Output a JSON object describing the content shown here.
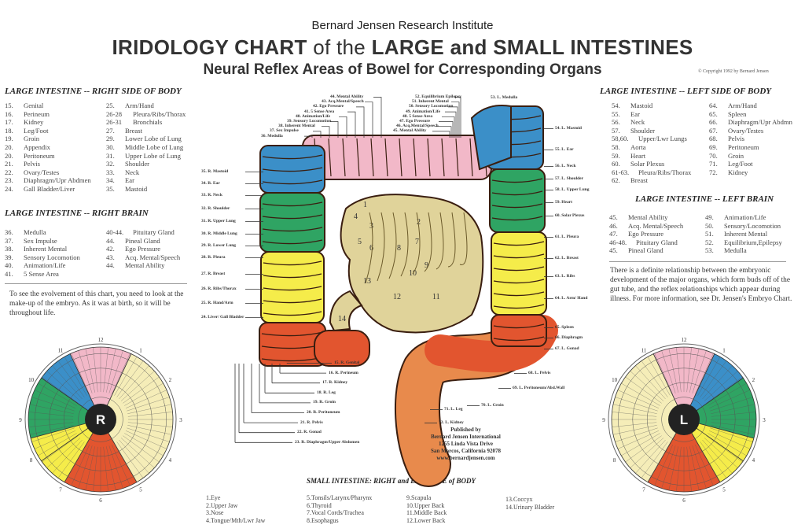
{
  "header": {
    "institute": "Bernard Jensen Research Institute",
    "title_a": "IRIDOLOGY CHART",
    "title_b": "of the",
    "title_c": "LARGE and SMALL INTESTINES",
    "subtitle": "Neural Reflex Areas of Bowel for Corresponding Organs",
    "copyright": "© Copyright 1992 by Bernard Jensen"
  },
  "left_body": {
    "heading": "LARGE INTESTINE -- RIGHT SIDE OF BODY",
    "col1": [
      [
        "15.",
        "Genital"
      ],
      [
        "16.",
        "Perineum"
      ],
      [
        "17.",
        "Kidney"
      ],
      [
        "18.",
        "Leg/Foot"
      ],
      [
        "19.",
        "Groin"
      ],
      [
        "20.",
        "Appendix"
      ],
      [
        "20.",
        "Peritoneum"
      ],
      [
        "21.",
        "Pelvis"
      ],
      [
        "22.",
        "Ovary/Testes"
      ],
      [
        "23.",
        "Diaphragm/Upr Abdmen"
      ],
      [
        "24.",
        "Gall Bladder/Liver"
      ]
    ],
    "col2": [
      [
        "25.",
        "Arm/Hand"
      ],
      [
        "26-28",
        "Pleura/Ribs/Thorax"
      ],
      [
        "26-31",
        "Bronchials"
      ],
      [
        "27.",
        "Breast"
      ],
      [
        "29.",
        "Lower Lobe of Lung"
      ],
      [
        "30.",
        "Middle Lobe of Lung"
      ],
      [
        "31.",
        "Upper Lobe of Lung"
      ],
      [
        "32.",
        "Shoulder"
      ],
      [
        "33.",
        "Neck"
      ],
      [
        "34.",
        "Ear"
      ],
      [
        "35.",
        "Mastoid"
      ]
    ]
  },
  "left_brain": {
    "heading": "LARGE INTESTINE -- RIGHT BRAIN",
    "col1": [
      [
        "36.",
        "Medulla"
      ],
      [
        "37.",
        "Sex Impulse"
      ],
      [
        "38.",
        "Inherent Mental"
      ],
      [
        "39.",
        "Sensory Locomotion"
      ],
      [
        "40.",
        "Animation/Life"
      ],
      [
        "41.",
        "5 Sense Area"
      ]
    ],
    "col2": [
      [
        "40-44.",
        "Pituitary Gland"
      ],
      [
        "44.",
        "Pineal Gland"
      ],
      [
        "42.",
        "Ego Pressure"
      ],
      [
        "43.",
        "Acq. Mental/Speech"
      ],
      [
        "44.",
        "Mental Ability"
      ]
    ],
    "note": "To see the evolvement of this chart, you need to look at the make-up of the embryo.  As it was at birth, so it will be throughout life."
  },
  "right_body": {
    "heading": "LARGE INTESTINE -- LEFT SIDE OF BODY",
    "col1": [
      [
        "54.",
        "Mastoid"
      ],
      [
        "55.",
        "Ear"
      ],
      [
        "56.",
        "Neck"
      ],
      [
        "57.",
        "Shoulder"
      ],
      [
        "58,60.",
        "Upper/Lwr Lungs"
      ],
      [
        "58.",
        "Aorta"
      ],
      [
        "59.",
        "Heart"
      ],
      [
        "60.",
        "Solar Plexus"
      ],
      [
        "61-63.",
        "Pleura/Ribs/Thorax"
      ],
      [
        "62.",
        "Breast"
      ]
    ],
    "col2": [
      [
        "64.",
        "Arm/Hand"
      ],
      [
        "65.",
        "Spleen"
      ],
      [
        "66.",
        "Diaphragm/Upr Abdmn"
      ],
      [
        "67.",
        "Ovary/Testes"
      ],
      [
        "68.",
        "Pelvis"
      ],
      [
        "69.",
        "Peritoneum"
      ],
      [
        "70.",
        "Groin"
      ],
      [
        "71.",
        "Leg/Foot"
      ],
      [
        "72.",
        "Kidney"
      ]
    ]
  },
  "right_brain": {
    "heading": "LARGE INTESTINE -- LEFT BRAIN",
    "col1": [
      [
        "45.",
        "Mental Ability"
      ],
      [
        "46.",
        "Acq. Mental/Speech"
      ],
      [
        "47.",
        "Ego Pressure"
      ],
      [
        "46-48.",
        "Pituitary Gland"
      ],
      [
        "45.",
        "Pineal Gland"
      ]
    ],
    "col2": [
      [
        "49.",
        "Animation/Life"
      ],
      [
        "50.",
        "Sensory/Locomotion"
      ],
      [
        "51.",
        "Inherent Mental"
      ],
      [
        "52.",
        "Equilibrium,Epilepsy"
      ],
      [
        "53.",
        "Medulla"
      ]
    ],
    "note": "There is a definite relationship between the embryonic development of the major organs, which form buds off of the gut tube, and the reflex relationships which appear during illness.  For more information, see Dr. Jensen's Embryo Chart."
  },
  "small_intestine": {
    "heading": "SMALL INTESTINE:  RIGHT and LEFT SIDE of BODY",
    "cols": [
      [
        [
          "1.",
          "Eye"
        ],
        [
          "2.",
          "Upper Jaw"
        ],
        [
          "3.",
          "Nose"
        ],
        [
          "4.",
          "Tongue/Mth/Lwr Jaw"
        ]
      ],
      [
        [
          "5.",
          "Tonsils/Larynx/Pharynx"
        ],
        [
          "6.",
          "Thyroid"
        ],
        [
          "7.",
          "Vocal Cords/Trachea"
        ],
        [
          "8.",
          "Esophagus"
        ]
      ],
      [
        [
          "9.",
          "Scapula"
        ],
        [
          "10.",
          "Upper Back"
        ],
        [
          "11.",
          "Middle Back"
        ],
        [
          "12.",
          "Lower Back"
        ]
      ],
      [
        [
          "13.",
          "Coccyx"
        ],
        [
          "14.",
          "Urinary Bladder"
        ]
      ]
    ]
  },
  "diagram": {
    "left_labels": [
      "35. R. Mastoid",
      "34. R. Ear",
      "33. R. Neck",
      "32. R. Shoulder",
      "31. R. Upper Lung",
      "30. R. Middle Lung",
      "29. R. Lower Lung",
      "28. R. Pleura",
      "27. R. Breast",
      "26. R. Ribs/Thorax",
      "25. R. Hand/Arm",
      "24. Liver/ Gall Bladder"
    ],
    "right_labels": [
      "54. L. Mastoid",
      "55. L. Ear",
      "56. L. Neck",
      "57. L. Shoulder",
      "58. L. Upper Lung",
      "59. Heart",
      "60. Solar Plexus",
      "61. L. Pleura",
      "62. L. Breast",
      "63. L. Ribs",
      "64. L. Arm/ Hand",
      "65. Spleen",
      "66. Diaphragm",
      "67. L. Gonad"
    ],
    "bottom_right_labels": [
      "15. R. Genital",
      "16. R. Perineum",
      "17. R. Kidney",
      "18. R. Leg",
      "19. R. Groin",
      "20. R. Peritoneum",
      "21. R. Pelvis",
      "22. R. Gonad",
      "23. R. Diaphragm/Upper Abdomen"
    ],
    "bottom_left_labels": [
      "68. L. Pelvis",
      "69. L. Peritoneum/Abd.Wall",
      "70. L. Groin",
      "71. L. Leg",
      "72. L. Kidney"
    ],
    "top_right_brain_labels": [
      "44. Mental Ability",
      "43. Acq.Mental/Speech",
      "42. Ego Pressure",
      "41. 5 Sense Area",
      "40. Animation/Life",
      "39. Sensory Locomotion",
      "38. Inherent Mental",
      "37. Sex Impulse",
      "36. Medulla"
    ],
    "top_left_brain_labels": [
      "52. Equilibrium Epilepsy",
      "51. Inherent Mental",
      "50. Sensory Locomotion",
      "49. Animation/Life",
      "48. 5 Sense Area",
      "47. Ego Pressure",
      "46. Acq.Mental/Speech",
      "45. Mental Ability",
      "53. L. Medulla"
    ],
    "small_numbers": [
      "1",
      "2",
      "3",
      "4",
      "5",
      "6",
      "7",
      "8",
      "9",
      "10",
      "11",
      "12",
      "13",
      "14"
    ],
    "publisher": [
      "Published by",
      "Bernard Jensen International",
      "1255 Linda Vista Drive",
      "San Marcos, California 92078",
      "www.bernardjensen.com"
    ],
    "colors": {
      "blue": "#3b8fc8",
      "pink": "#f2b8c8",
      "green": "#2fa463",
      "yellow": "#f5ec4a",
      "red": "#e2552f",
      "orange": "#e88a4c",
      "tan": "#e0d39a"
    }
  },
  "iris": {
    "right_letter": "R",
    "left_letter": "L",
    "clock": [
      "12",
      "1",
      "2",
      "3",
      "4",
      "5",
      "6",
      "7",
      "8",
      "9",
      "10",
      "11"
    ]
  }
}
